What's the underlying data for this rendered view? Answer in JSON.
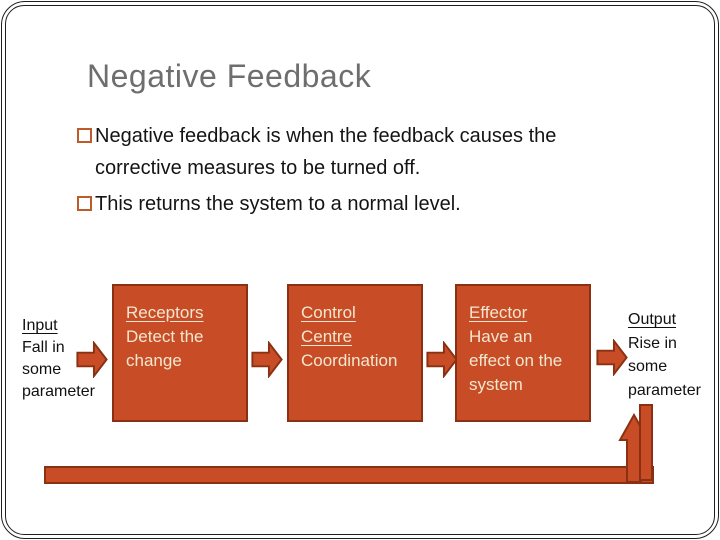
{
  "slide": {
    "title": "Negative Feedback",
    "bullets": [
      {
        "lines": [
          "Negative feedback is when the feedback causes the",
          "corrective measures to be turned off."
        ]
      },
      {
        "lines": [
          "This returns the system to a normal level."
        ]
      }
    ]
  },
  "diagram": {
    "input_label": {
      "title": "Input",
      "lines": [
        "Fall in",
        "some",
        "parameter"
      ]
    },
    "output_label": {
      "title": "Output",
      "lines": [
        "Rise in",
        "some",
        "parameter"
      ]
    },
    "boxes": [
      {
        "title_lines": [
          "Receptors"
        ],
        "body_lines": [
          "Detect the",
          "change"
        ]
      },
      {
        "title_lines": [
          "Control",
          "Centre"
        ],
        "body_lines": [
          "Coordination"
        ]
      },
      {
        "title_lines": [
          "Effector"
        ],
        "body_lines": [
          "Have an",
          "effect on the",
          "system"
        ]
      }
    ]
  },
  "colors": {
    "shape_fill": "#c84d26",
    "shape_border": "#8a3114",
    "box_text": "#f2e7d0",
    "bullet_marker": "#bd5b2b",
    "title_text": "#6f6e6e",
    "body_text": "#141414"
  }
}
